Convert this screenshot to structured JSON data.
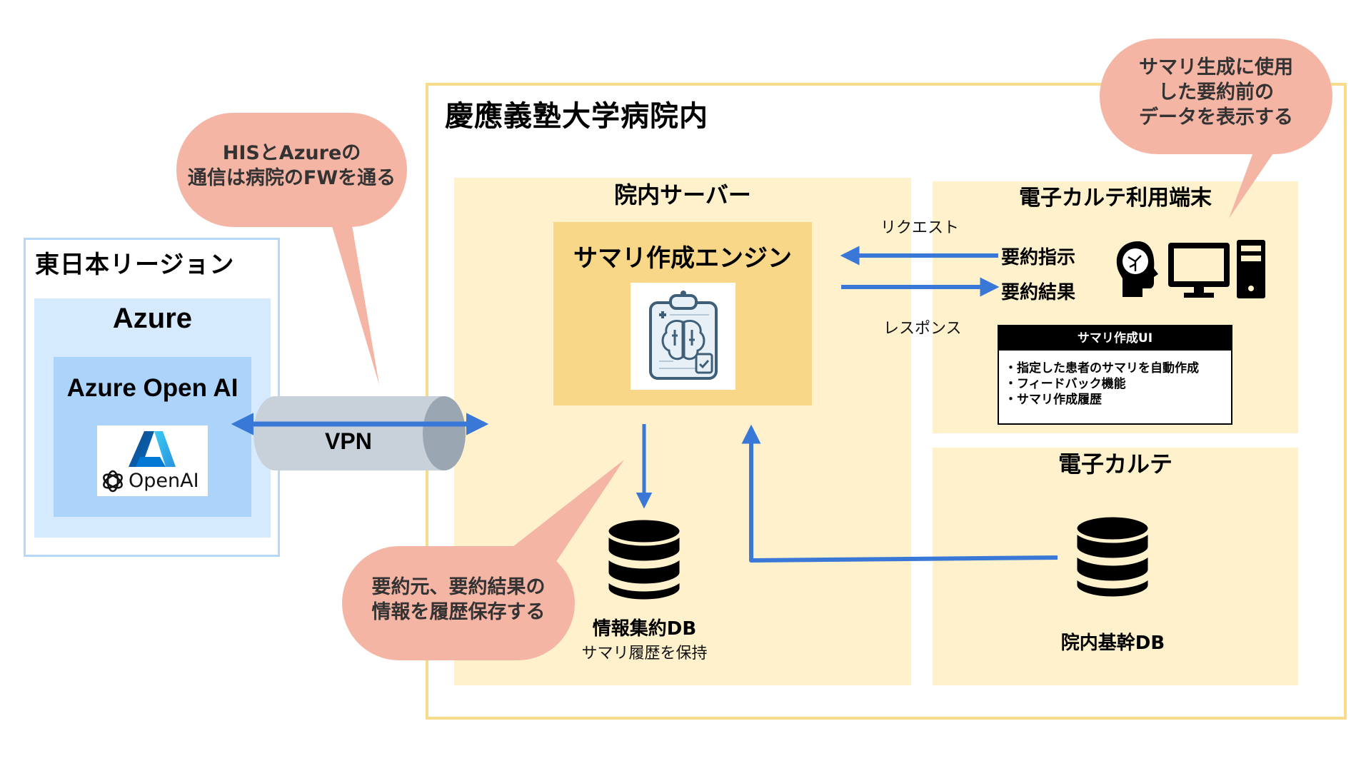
{
  "region": {
    "title": "東日本リージョン"
  },
  "azure": {
    "title": "Azure",
    "service_title": "Azure Open AI",
    "logo_text": "OpenAI"
  },
  "vpn": {
    "label": "VPN"
  },
  "hospital": {
    "title": "慶應義塾大学病院内",
    "server": {
      "title": "院内サーバー",
      "engine_title": "サマリ作成エンジン",
      "db_label": "情報集約DB",
      "db_sub": "サマリ履歴を保持"
    },
    "terminal": {
      "title": "電子カルテ利用端末",
      "request_label": "リクエスト",
      "response_label": "レスポンス",
      "request_action": "要約指示",
      "response_action": "要約結果",
      "ui_card": {
        "title": "サマリ作成UI",
        "items": [
          "指定した患者のサマリを自動作成",
          "フィードバック機能",
          "サマリ作成履歴"
        ]
      }
    },
    "karte": {
      "title": "電子カルテ",
      "db_label": "院内基幹DB"
    }
  },
  "callouts": {
    "firewall": [
      "HISとAzureの",
      "通信は病院のFWを通る"
    ],
    "display": [
      "サマリ生成に使用",
      "した要約前の",
      "データを表示する"
    ],
    "history": [
      "要約元、要約結果の",
      "情報を履歴保存する"
    ]
  },
  "colors": {
    "arrow": "#3a78d8",
    "callout": "#f5b5a5",
    "region_border": "#b6d8f8",
    "azure_fill": "#d6eafd",
    "aoai_fill": "#acd4fb",
    "hospital_border": "#f7dc8c",
    "panel_fill": "#fff1cc",
    "engine_fill": "#f8d888"
  }
}
